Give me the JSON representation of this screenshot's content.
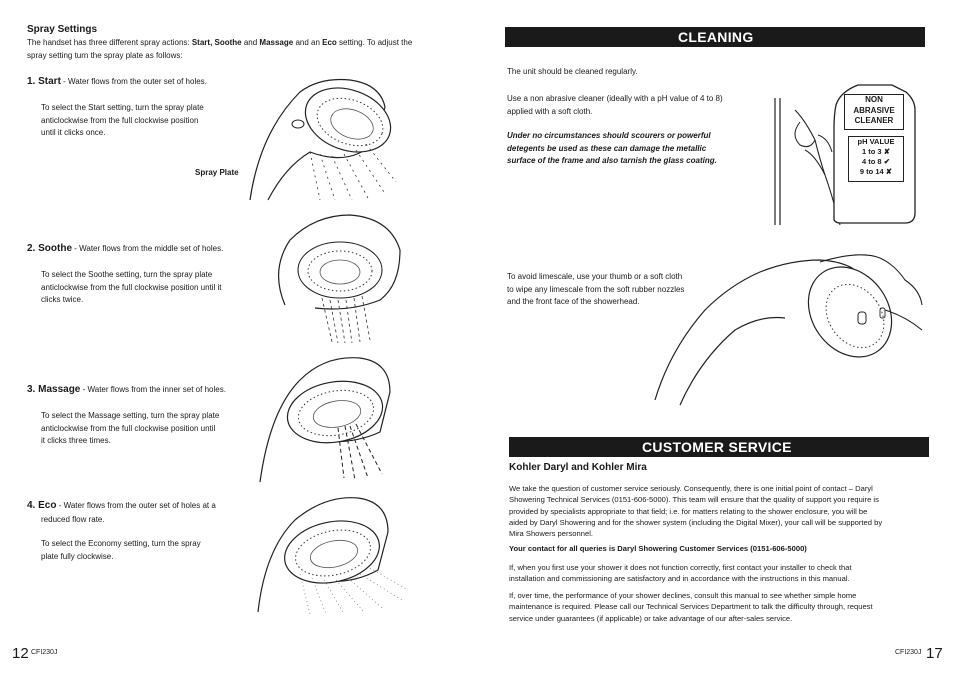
{
  "left_page": {
    "section_title": "Spray Settings",
    "intro": {
      "part1": "The handset has three different spray actions: ",
      "start": "Start, ",
      "soothe": "Soothe",
      "and1": " and ",
      "massage": "Massage",
      "and2": " and an ",
      "eco": "Eco",
      "part2": " setting. To adjust the",
      "line2": "spray setting turn the spray plate as follows:"
    },
    "steps": [
      {
        "number": "1.",
        "name": "Start",
        "dash": " - ",
        "summary": "Water flows from the outer set of holes.",
        "lines": [
          "To select the Start setting, turn the spray plate",
          "anticlockwise from the full clockwise position",
          "until it clicks once."
        ]
      },
      {
        "number": "2.",
        "name": "Soothe",
        "dash": " - ",
        "summary": "Water flows from the middle set of holes.",
        "lines": [
          "To select the Soothe setting, turn the spray plate",
          "anticlockwise from the full clockwise position until it",
          "clicks twice."
        ]
      },
      {
        "number": "3.",
        "name": "Massage",
        "dash": " - ",
        "summary": "Water flows from the inner set of holes.",
        "lines": [
          "To select the Massage setting, turn the spray plate",
          "anticlockwise from the full clockwise position until",
          "it clicks three times."
        ]
      },
      {
        "number": "4.",
        "name": "Eco",
        "dash": " - ",
        "summary": "Water flows from the outer set of holes at a",
        "summary2": "reduced flow rate.",
        "lines": [
          "To select the Economy setting, turn the spray",
          "plate fully clockwise."
        ]
      }
    ],
    "spray_plate_label": "Spray Plate",
    "page_number": "12",
    "page_code": "CFI230J"
  },
  "right_page": {
    "cleaning": {
      "title": "CLEANING",
      "p1": "The unit should be cleaned regularly.",
      "p2_lines": [
        "Use a non abrasive cleaner (ideally with a pH value of 4 to 8)",
        "applied with a soft cloth."
      ],
      "warning_lines": [
        "Under no circumstances should scourers or powerful",
        "detegents be used as these can damage the metallic",
        "surface of the frame and also tarnish the glass coating."
      ],
      "bottle": {
        "label_lines": [
          "NON",
          "ABRASIVE",
          "CLEANER"
        ],
        "ph_title": "pH VALUE",
        "ph_rows": [
          {
            "range": "1 to 3",
            "mark": "✘"
          },
          {
            "range": "4 to 8",
            "mark": "✔"
          },
          {
            "range": "9 to 14",
            "mark": "✘"
          }
        ]
      },
      "limescale_lines": [
        "To avoid limescale, use your thumb or a soft cloth",
        "to wipe any limescale from the soft rubber nozzles",
        "and the front face of the showerhead."
      ]
    },
    "customer_service": {
      "title": "CUSTOMER SERVICE",
      "subtitle": "Kohler Daryl and Kohler Mira",
      "p1_lines": [
        "We take the question of customer service seriously.  Consequently, there is one initial point of contact – Daryl",
        "Showering Technical Services (0151-606-5000). This team will ensure that the quality of support you require is",
        "provided by specialists appropriate to that field; i.e. for matters relating to the shower enclosure, you will be",
        "aided by Daryl Showering and for the shower system (including the Digital Mixer), your call will be supported by",
        "Mira Showers personnel."
      ],
      "contact": "Your contact for all queries is Daryl Showering Customer Services (0151-606-5000)",
      "p2_lines": [
        "If, when you first use your shower it does not function correctly, first contact your installer to check that",
        "installation and commissioning are satisfactory and in accordance with the instructions in this manual."
      ],
      "p3_lines": [
        "If, over time, the performance of your shower declines, consult this manual to see whether simple home",
        "maintenance is required. Please call our Technical Services Department to talk the difficulty through, request",
        "service under guarantees (if applicable) or take advantage of our after-sales service."
      ]
    },
    "page_number": "17",
    "page_code": "CFI230J"
  }
}
